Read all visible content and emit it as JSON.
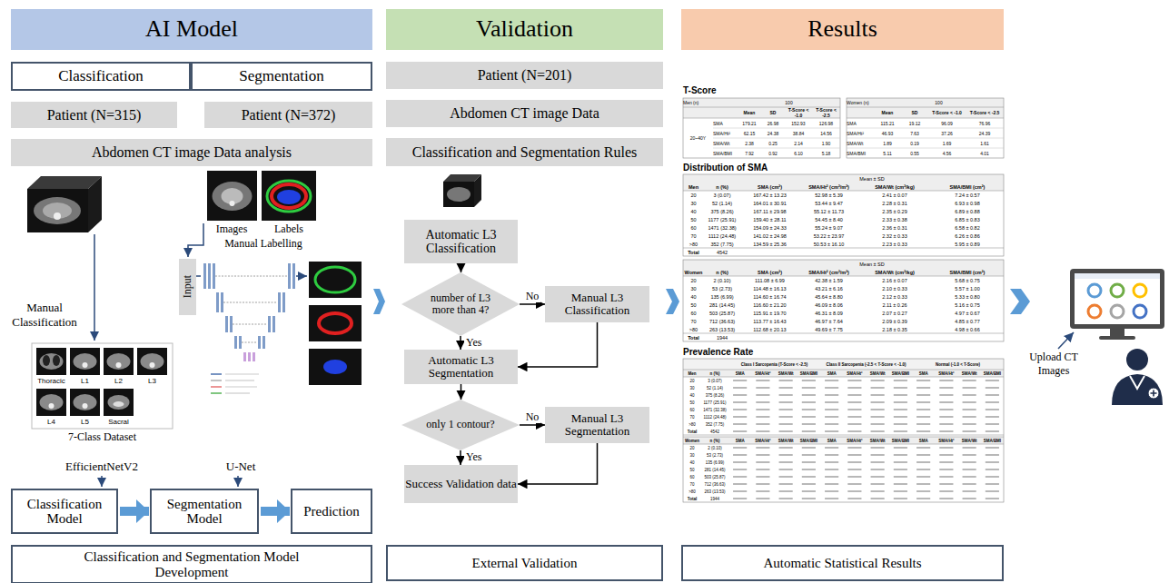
{
  "diagram": {
    "nodes": [
      {
        "text": [
          "AI Model"
        ]
      },
      {
        "text": [
          "Classification"
        ]
      },
      {
        "text": [
          "Segmentation"
        ]
      },
      {
        "text": [
          "Patient (N=315)"
        ]
      },
      {
        "text": [
          "Patient (N=372)"
        ]
      },
      {
        "text": [
          "Abdomen CT image Data analysis"
        ]
      },
      {
        "text": [
          "Input"
        ]
      },
      {
        "text": [
          "Classification Model"
        ]
      },
      {
        "text": [
          "Segmentation Model"
        ]
      },
      {
        "text": [
          "Prediction"
        ]
      },
      {
        "text": [
          "Classification and Segmentation Model Development"
        ]
      },
      {
        "text": [
          "Validation"
        ]
      },
      {
        "text": [
          "Patient (N=201)"
        ]
      },
      {
        "text": [
          "Abdomen CT image Data"
        ]
      },
      {
        "text": [
          "Classification and Segmentation Rules"
        ]
      },
      {
        "text": [
          "Automatic L3 Classification"
        ]
      },
      {
        "text": [
          "number of L3 more than 4?"
        ]
      },
      {
        "text": [
          "Manual L3 Classification"
        ]
      },
      {
        "text": [
          "Automatic L3 Segmentation"
        ]
      },
      {
        "text": [
          "only 1 contour?"
        ]
      },
      {
        "text": [
          "Manual L3 Segmentation"
        ]
      },
      {
        "text": [
          "Success Validation data"
        ]
      },
      {
        "text": [
          "External Validation"
        ]
      },
      {
        "text": [
          "Results"
        ]
      },
      {
        "text": [
          "Automatic Statistical Results"
        ]
      }
    ],
    "edges": [
      {
        "from": 7,
        "to": 8,
        "arrow": "to"
      },
      {
        "from": 8,
        "to": 9,
        "arrow": "to"
      },
      {
        "from": 15,
        "to": 16,
        "arrow": "to"
      },
      {
        "from": 16,
        "to": 17,
        "label": "No",
        "arrow": "to"
      },
      {
        "from": 16,
        "to": 18,
        "label": "Yes",
        "arrow": "to"
      },
      {
        "from": 17,
        "to": 18,
        "arrow": "to"
      },
      {
        "from": 18,
        "to": 19,
        "arrow": "to"
      },
      {
        "from": 19,
        "to": 20,
        "label": "No",
        "arrow": "to"
      },
      {
        "from": 19,
        "to": 21,
        "label": "Yes",
        "arrow": "to"
      },
      {
        "from": 20,
        "to": 21,
        "arrow": "to"
      }
    ],
    "labels": [
      "Manual Classification",
      "Thoracic",
      "L1",
      "L2",
      "L3",
      "L4",
      "L5",
      "Sacral",
      "7-Class Dataset",
      "Images",
      "Labels",
      "Manual Labelling",
      "EfficientNetV2",
      "U-Net",
      "T-Score",
      "Men (n)",
      "100",
      "Mean",
      "SD",
      "T-Score < -1.0",
      "T-Score < -2.5",
      "20~40Y",
      "SMA",
      "179.21",
      "26.98",
      "152.93",
      "126.98",
      "SMA/Ht²",
      "62.15",
      "24.38",
      "38.84",
      "14.56",
      "SMA/Wt",
      "2.38",
      "0.25",
      "2.14",
      "1.90",
      "SMA/BMI",
      "7.92",
      "0.92",
      "6.10",
      "5.18",
      "Women (n)",
      "100",
      "Mean",
      "SD",
      "T-Score < -1.0",
      "T-Score < -2.5",
      "SMA",
      "115.21",
      "19.12",
      "96.09",
      "76.96",
      "SMA/Ht²",
      "46.93",
      "7.63",
      "37.26",
      "24.39",
      "SMA/Wt",
      "1.89",
      "0.19",
      "1.69",
      "1.61",
      "SMA/BMI",
      "5.11",
      "0.55",
      "4.56",
      "4.01",
      "Distribution of SMA",
      "Mean ± SD",
      "Men",
      "n (%)",
      "SMA (cm²)",
      "SMA/Ht² (cm²/m²)",
      "SMA/Wt (cm²/kg)",
      "SMA/BMI (cm²)",
      "20",
      "3 (0.07)",
      "167.42 ± 13.23",
      "52.98 ± 5.39",
      "2.41 ± 0.07",
      "7.24 ± 0.57",
      "30",
      "52 (1.14)",
      "164.01 ± 30.91",
      "53.44 ± 9.47",
      "2.28 ± 0.31",
      "6.93 ± 0.98",
      "40",
      "375 (8.26)",
      "167.11 ± 29.98",
      "55.12 ± 11.73",
      "2.35 ± 0.29",
      "6.89 ± 0.88",
      "50",
      "1177 (25.91)",
      "159.40 ± 28.11",
      "54.45 ± 8.40",
      "2.33 ± 0.38",
      "6.85 ± 0.83",
      "60",
      "1471 (32.38)",
      "154.09 ± 24.33",
      "55.24 ± 9.07",
      "2.36 ± 0.31",
      "6.58 ± 0.82",
      "70",
      "1112 (24.48)",
      "141.02 ± 24.98",
      "53.22 ± 23.97",
      "2.32 ± 0.33",
      "6.26 ± 0.86",
      ">80",
      "352 (7.75)",
      "134.59 ± 25.36",
      "50.53 ± 16.10",
      "2.23 ± 0.33",
      "5.95 ± 0.89",
      "Total",
      "4542",
      "Mean ± SD",
      "Women",
      "n (%)",
      "SMA (cm²)",
      "SMA/Ht² (cm²/m²)",
      "SMA/Wt (cm²/kg)",
      "SMA/BMI (cm²)",
      "20",
      "2 (0.10)",
      "111.08 ± 6.99",
      "42.38 ± 1.59",
      "2.16 ± 0.07",
      "5.68 ± 0.75",
      "30",
      "53 (2.73)",
      "114.48 ± 16.13",
      "43.21 ± 6.16",
      "2.10 ± 0.33",
      "5.57 ± 1.00",
      "40",
      "135 (6.99)",
      "114.60 ± 16.74",
      "45.64 ± 8.80",
      "2.12 ± 0.33",
      "5.33 ± 0.80",
      "50",
      "281 (14.45)",
      "116.60 ± 21.20",
      "46.09 ± 8.06",
      "2.11 ± 0.26",
      "5.16 ± 0.75",
      "60",
      "503 (25.87)",
      "115.91 ± 19.70",
      "46.31 ± 8.09",
      "2.07 ± 0.27",
      "4.97 ± 0.67",
      "70",
      "712 (36.63)",
      "113.77 ± 16.43",
      "46.97 ± 7.64",
      "2.09 ± 0.39",
      "4.85 ± 0.77",
      ">80",
      "263 (13.53)",
      "112.68 ± 20.13",
      "49.69 ± 7.75",
      "2.18 ± 0.35",
      "4.98 ± 0.66",
      "Total",
      "1944",
      "Prevalence Rate",
      "Class I Sarcopenia (T-Score < -2.5)",
      "Class II Sarcopenia (-2.5 < T-Score < -1.0)",
      "Normal (-1.0 < T-Score)",
      "Men",
      "n (%)",
      "SMA",
      "SMA/Ht²",
      "SMA/Wt",
      "SMA/BMI",
      "SMA",
      "SMA/Ht²",
      "SMA/Wt",
      "SMA/BMI",
      "SMA",
      "SMA/Ht²",
      "SMA/Wt",
      "SMA/BMI",
      "20",
      "3 (0.07)",
      "30",
      "52 (1.14)",
      "40",
      "375 (8.26)",
      "50",
      "1177 (25.91)",
      "60",
      "1471 (32.38)",
      "70",
      "1112 (24.48)",
      ">80",
      "352 (7.75)",
      "Total",
      "4542",
      "Women",
      "n (%)",
      "SMA",
      "SMA/Ht²",
      "SMA/Wt",
      "SMA/BMI",
      "SMA",
      "SMA/Ht²",
      "SMA/Wt",
      "SMA/BMI",
      "SMA",
      "SMA/Ht²",
      "SMA/Wt",
      "SMA/BMI",
      "20",
      "2 (0.10)",
      "30",
      "53 (2.73)",
      "40",
      "135 (6.99)",
      "50",
      "281 (14.45)",
      "60",
      "503 (25.87)",
      "70",
      "712 (36.63)",
      ">80",
      "263 (13.53)",
      "Total",
      "1944",
      "Upload CT Images"
    ]
  }
}
